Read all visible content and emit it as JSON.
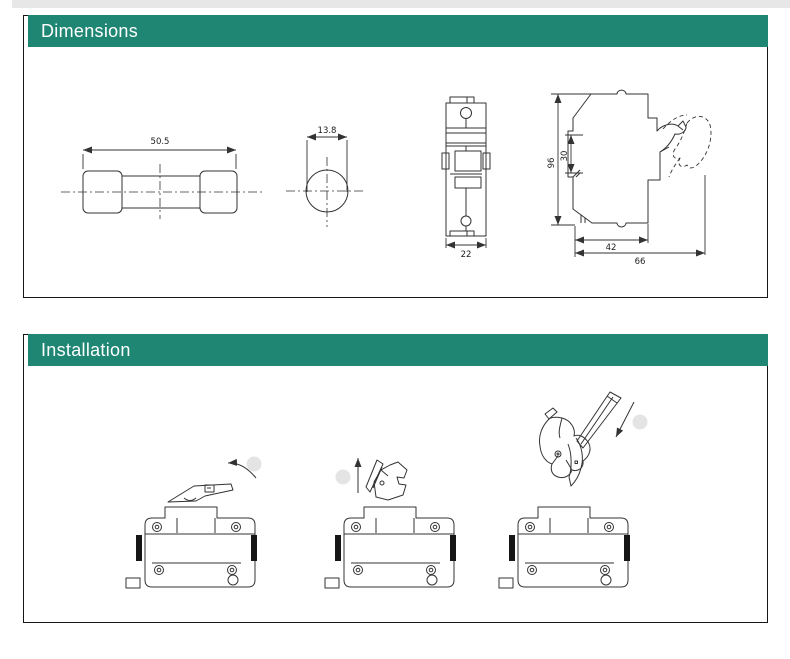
{
  "theme": {
    "banner_bg": "#1e8673",
    "banner_text": "#ffffff",
    "line_color": "#333333",
    "black_fill": "#161616",
    "watermark_dot": "#e4e4e4",
    "top_strip": "#e7e7e7"
  },
  "sections": {
    "dimensions": {
      "title": "Dimensions"
    },
    "installation": {
      "title": "Installation"
    }
  },
  "dims": {
    "fuse_length": "50.5",
    "fuse_diameter": "13.8",
    "module_width": "22",
    "module_height": "96",
    "terminal_recess_height": "30",
    "body_depth": "42",
    "overall_depth": "66"
  },
  "installation": {
    "icons": [
      "rotate-open-arrow",
      "lift-arrow",
      "insert-carrier-arrow"
    ]
  }
}
